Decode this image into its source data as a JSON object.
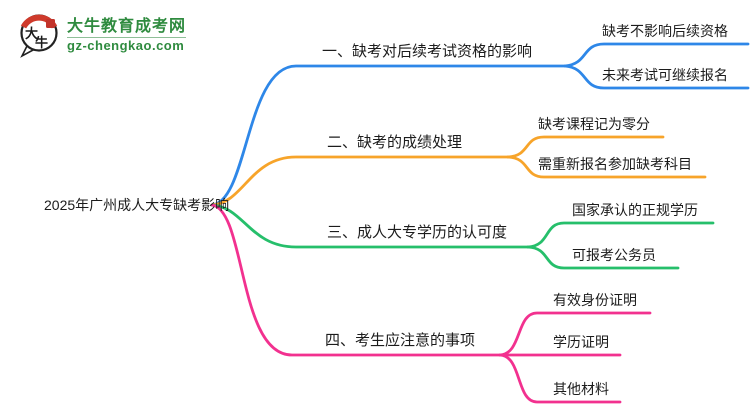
{
  "logo": {
    "brand": "大牛教育成考网",
    "domain": "gz-chengkao.com",
    "icon_char_1": "大",
    "icon_char_2": "牛"
  },
  "palette": {
    "branch_blue": "#2E87E8",
    "branch_orange": "#F7A42A",
    "branch_green": "#26BF6B",
    "branch_pink": "#F2318F",
    "logo_green": "#2F8B3F",
    "logo_red": "#CF3A2B",
    "text": "#1C1C1C"
  },
  "mindmap": {
    "root": "2025年广州成人大专缺考影响",
    "branches": [
      {
        "label": "一、缺考对后续考试资格的影响",
        "color": "#2E87E8",
        "children": [
          "缺考不影响后续资格",
          "未来考试可继续报名"
        ]
      },
      {
        "label": "二、缺考的成绩处理",
        "color": "#F7A42A",
        "children": [
          "缺考课程记为零分",
          "需重新报名参加缺考科目"
        ]
      },
      {
        "label": "三、成人大专学历的认可度",
        "color": "#26BF6B",
        "children": [
          "国家承认的正规学历",
          "可报考公务员"
        ]
      },
      {
        "label": "四、考生应注意的事项",
        "color": "#F2318F",
        "children": [
          "有效身份证明",
          "学历证明",
          "其他材料"
        ]
      }
    ]
  }
}
